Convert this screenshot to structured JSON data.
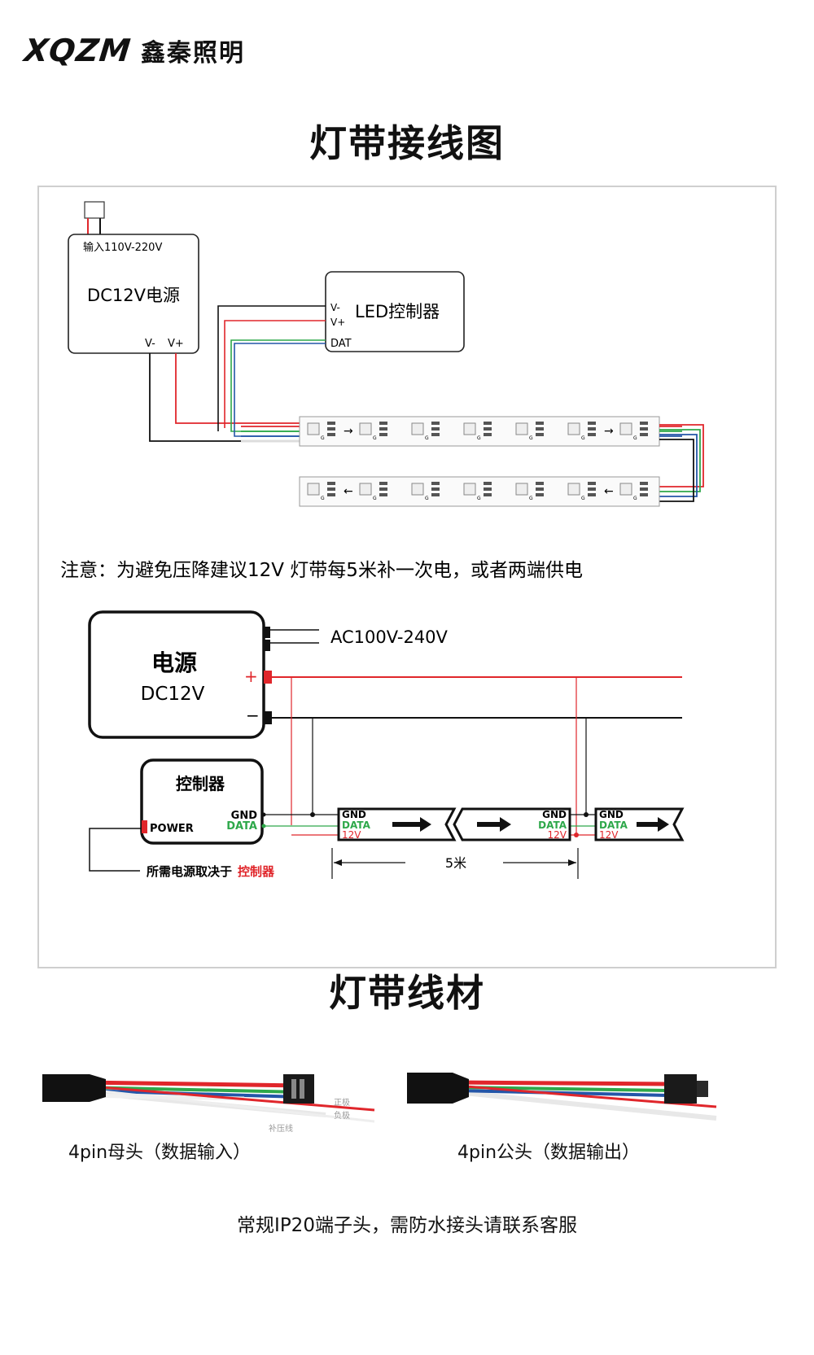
{
  "brand": {
    "logo_text": "XQZM",
    "name_cn": "鑫秦照明"
  },
  "wiring_section": {
    "title": "灯带接线图",
    "diagram_top": {
      "psu_input": "输入110V-220V",
      "psu_label": "DC12V电源",
      "psu_vminus": "V-",
      "psu_vplus": "V+",
      "controller_label": "LED控制器",
      "ctrl_vminus": "V-",
      "ctrl_vplus": "V+",
      "ctrl_dat": "DAT",
      "chip_g": "G"
    },
    "note": "注意：为避免压降建议12V 灯带每5米补一次电，或者两端供电",
    "diagram_bottom": {
      "psu_title": "电源",
      "psu_voltage": "DC12V",
      "ac_label": "AC100V-240V",
      "plus": "+",
      "minus": "−",
      "controller_title": "控制器",
      "power_label": "POWER",
      "gnd": "GND",
      "data": "DATA",
      "v12": "12V",
      "distance": "5米",
      "power_note_prefix": "所需电源取决于",
      "power_note_highlight": "控制器"
    }
  },
  "wire_section": {
    "title": "灯带线材",
    "female_caption": "4pin母头（数据输入）",
    "male_caption": "4pin公头（数据输出）",
    "label_positive": "正极",
    "label_negative": "负极",
    "label_power_fill": "补压线",
    "footnote": "常规IP20端子头，需防水接头请联系客服"
  },
  "colors": {
    "red": "#e0262b",
    "green": "#2ea84a",
    "blue": "#2456a8",
    "black": "#111111",
    "frame": "#cfcfcf"
  }
}
